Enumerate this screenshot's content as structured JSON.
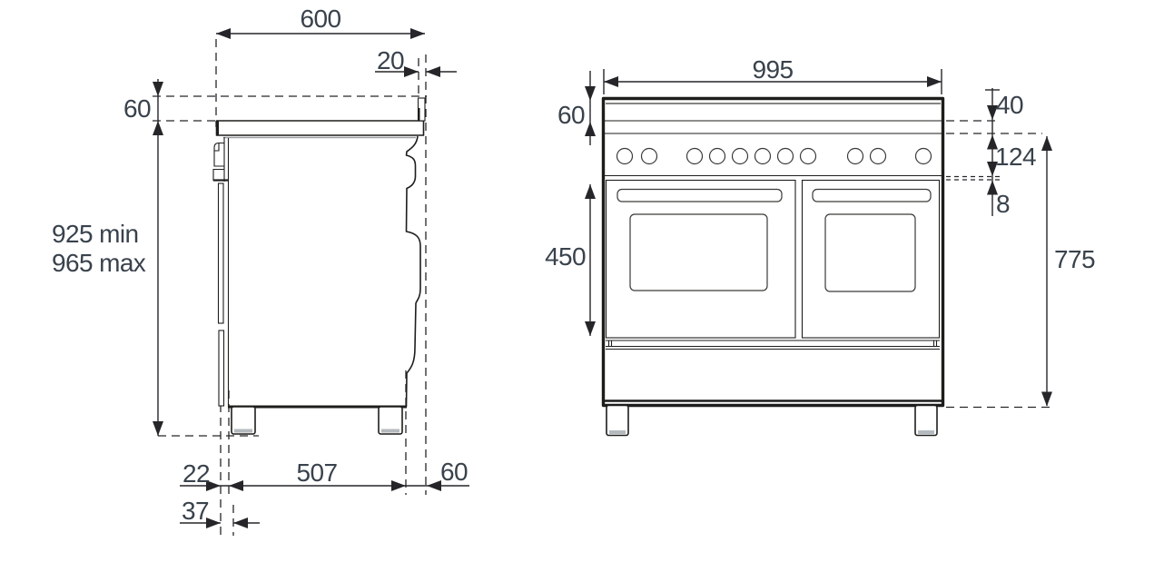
{
  "figure": {
    "background": "#ffffff",
    "line_color": "#1d1d1b",
    "text_color": "#39424c",
    "side_view": {
      "dims": {
        "top_depth": "600",
        "top_inset": "20",
        "top_height": "60",
        "height_min": "925 min",
        "height_max": "965 max",
        "bottom_back": "22",
        "bottom_span": "507",
        "bottom_front": "60",
        "bottom_offset": "37"
      }
    },
    "front_view": {
      "burner_knobs": 11,
      "oven_doors": 2,
      "dims": {
        "width": "995",
        "top_band": "60",
        "upstand": "40",
        "panel": "124",
        "gap": "8",
        "door": "450",
        "body": "775"
      }
    }
  }
}
